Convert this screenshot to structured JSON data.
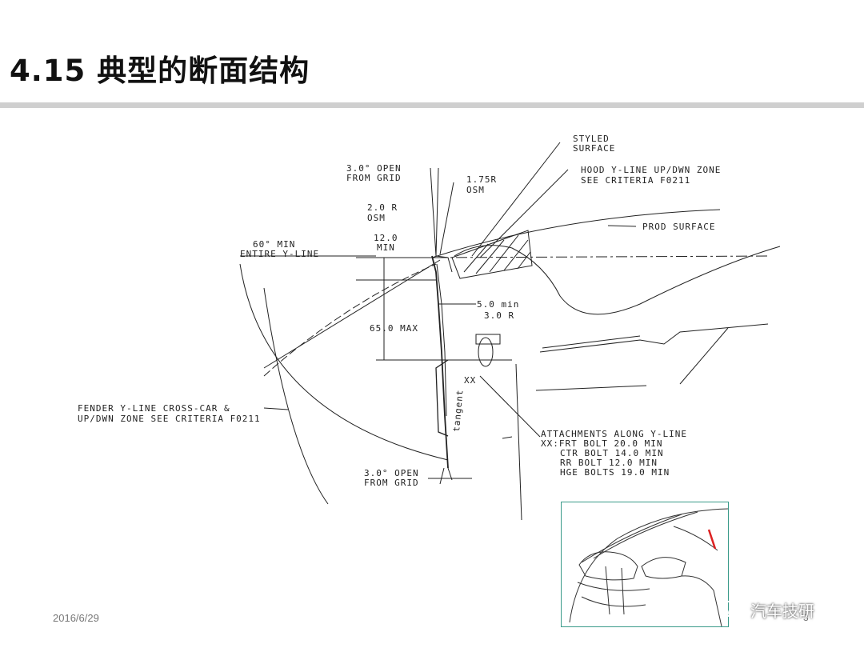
{
  "slide": {
    "title": "4.15 典型的断面结构",
    "date": "2016/6/29",
    "page_number": "3"
  },
  "watermark": {
    "text": "汽车技研",
    "icon": "wechat-icon"
  },
  "drawing_labels": {
    "styled_surface_1": "STYLED",
    "styled_surface_2": "SURFACE",
    "hood_zone_1": "HOOD Y-LINE UP/DWN ZONE",
    "hood_zone_2": "SEE CRITERIA F0211",
    "open_top_1": "3.0° OPEN",
    "open_top_2": "FROM GRID",
    "r175_1": "1.75R",
    "r175_2": "OSM",
    "r20_1": "2.0 R",
    "r20_2": "OSM",
    "prod_surface": "PROD SURFACE",
    "min60_1": "60° MIN",
    "min60_2": "ENTIRE Y-LINE",
    "dim12_1": "12.0",
    "dim12_2": "MIN",
    "dim5": "5.0 min",
    "r30": "3.0 R",
    "dim65": "65.0 MAX",
    "xx": "XX",
    "tangent": "tangent",
    "fender_1": "FENDER Y-LINE CROSS-CAR &",
    "fender_2": "UP/DWN ZONE SEE CRITERIA F0211",
    "attach_1": "ATTACHMENTS ALONG Y-LINE",
    "attach_2": "XX:FRT BOLT 20.0 MIN",
    "attach_3": "CTR BOLT 14.0 MIN",
    "attach_4": "RR BOLT 12.0 MIN",
    "attach_5": "HGE BOLTS 19.0 MIN",
    "open_bot_1": "3.0° OPEN",
    "open_bot_2": "FROM GRID"
  },
  "colors": {
    "line": "#222222",
    "inset_border": "#3a9a8a",
    "section_marker": "#dd2222",
    "rule": "#cfcfcf"
  }
}
